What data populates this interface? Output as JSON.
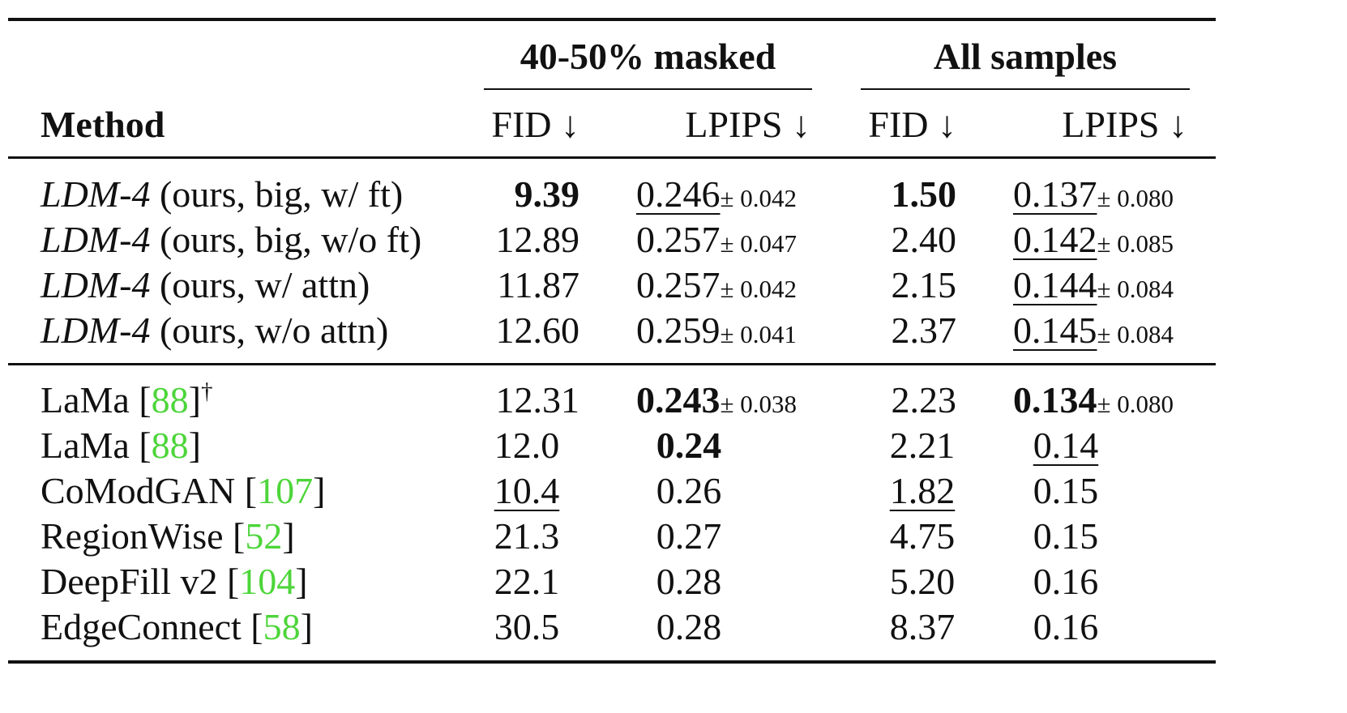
{
  "header": {
    "method": "Method",
    "group1": "40-50% masked",
    "group2": "All samples",
    "fid": "FID ↓",
    "lpips": "LPIPS ↓"
  },
  "rows_ours": [
    {
      "name_model": "LDM-4",
      "name_rest": " (ours, big, w/ ft)",
      "fid1": "9.39",
      "lpips1": "0.246",
      "lpips1_std": "± 0.042",
      "fid2": "1.50",
      "lpips2": "0.137",
      "lpips2_std": "± 0.080"
    },
    {
      "name_model": "LDM-4",
      "name_rest": " (ours, big, w/o ft)",
      "fid1": "12.89",
      "lpips1": "0.257",
      "lpips1_std": "± 0.047",
      "fid2": "2.40",
      "lpips2": "0.142",
      "lpips2_std": "± 0.085"
    },
    {
      "name_model": "LDM-4",
      "name_rest": " (ours, w/ attn)",
      "fid1": "11.87",
      "lpips1": "0.257",
      "lpips1_std": "± 0.042",
      "fid2": "2.15",
      "lpips2": "0.144",
      "lpips2_std": "± 0.084"
    },
    {
      "name_model": "LDM-4",
      "name_rest": " (ours, w/o attn)",
      "fid1": "12.60",
      "lpips1": "0.259",
      "lpips1_std": "± 0.041",
      "fid2": "2.37",
      "lpips2": "0.145",
      "lpips2_std": "± 0.084"
    }
  ],
  "rows_other": [
    {
      "name": "LaMa [",
      "cite": "88",
      "close": "]",
      "sup": "†",
      "fid1": "12.31",
      "lpips1": "0.243",
      "lpips1_std": "± 0.038",
      "fid2": "2.23",
      "lpips2": "0.134",
      "lpips2_std": "± 0.080"
    },
    {
      "name": "LaMa [",
      "cite": "88",
      "close": "]",
      "fid1": "12.0",
      "lpips1": "0.24",
      "fid2": "2.21",
      "lpips2": "0.14"
    },
    {
      "name": "CoModGAN [",
      "cite": "107",
      "close": "]",
      "fid1": "10.4",
      "lpips1": "0.26",
      "fid2": "1.82",
      "lpips2": "0.15"
    },
    {
      "name": "RegionWise [",
      "cite": "52",
      "close": "]",
      "fid1": "21.3",
      "lpips1": "0.27",
      "fid2": "4.75",
      "lpips2": "0.15"
    },
    {
      "name": "DeepFill v2 [",
      "cite": "104",
      "close": "]",
      "fid1": "22.1",
      "lpips1": "0.28",
      "fid2": "5.20",
      "lpips2": "0.16"
    },
    {
      "name": "EdgeConnect [",
      "cite": "58",
      "close": "]",
      "fid1": "30.5",
      "lpips1": "0.28",
      "fid2": "8.37",
      "lpips2": "0.16"
    }
  ]
}
